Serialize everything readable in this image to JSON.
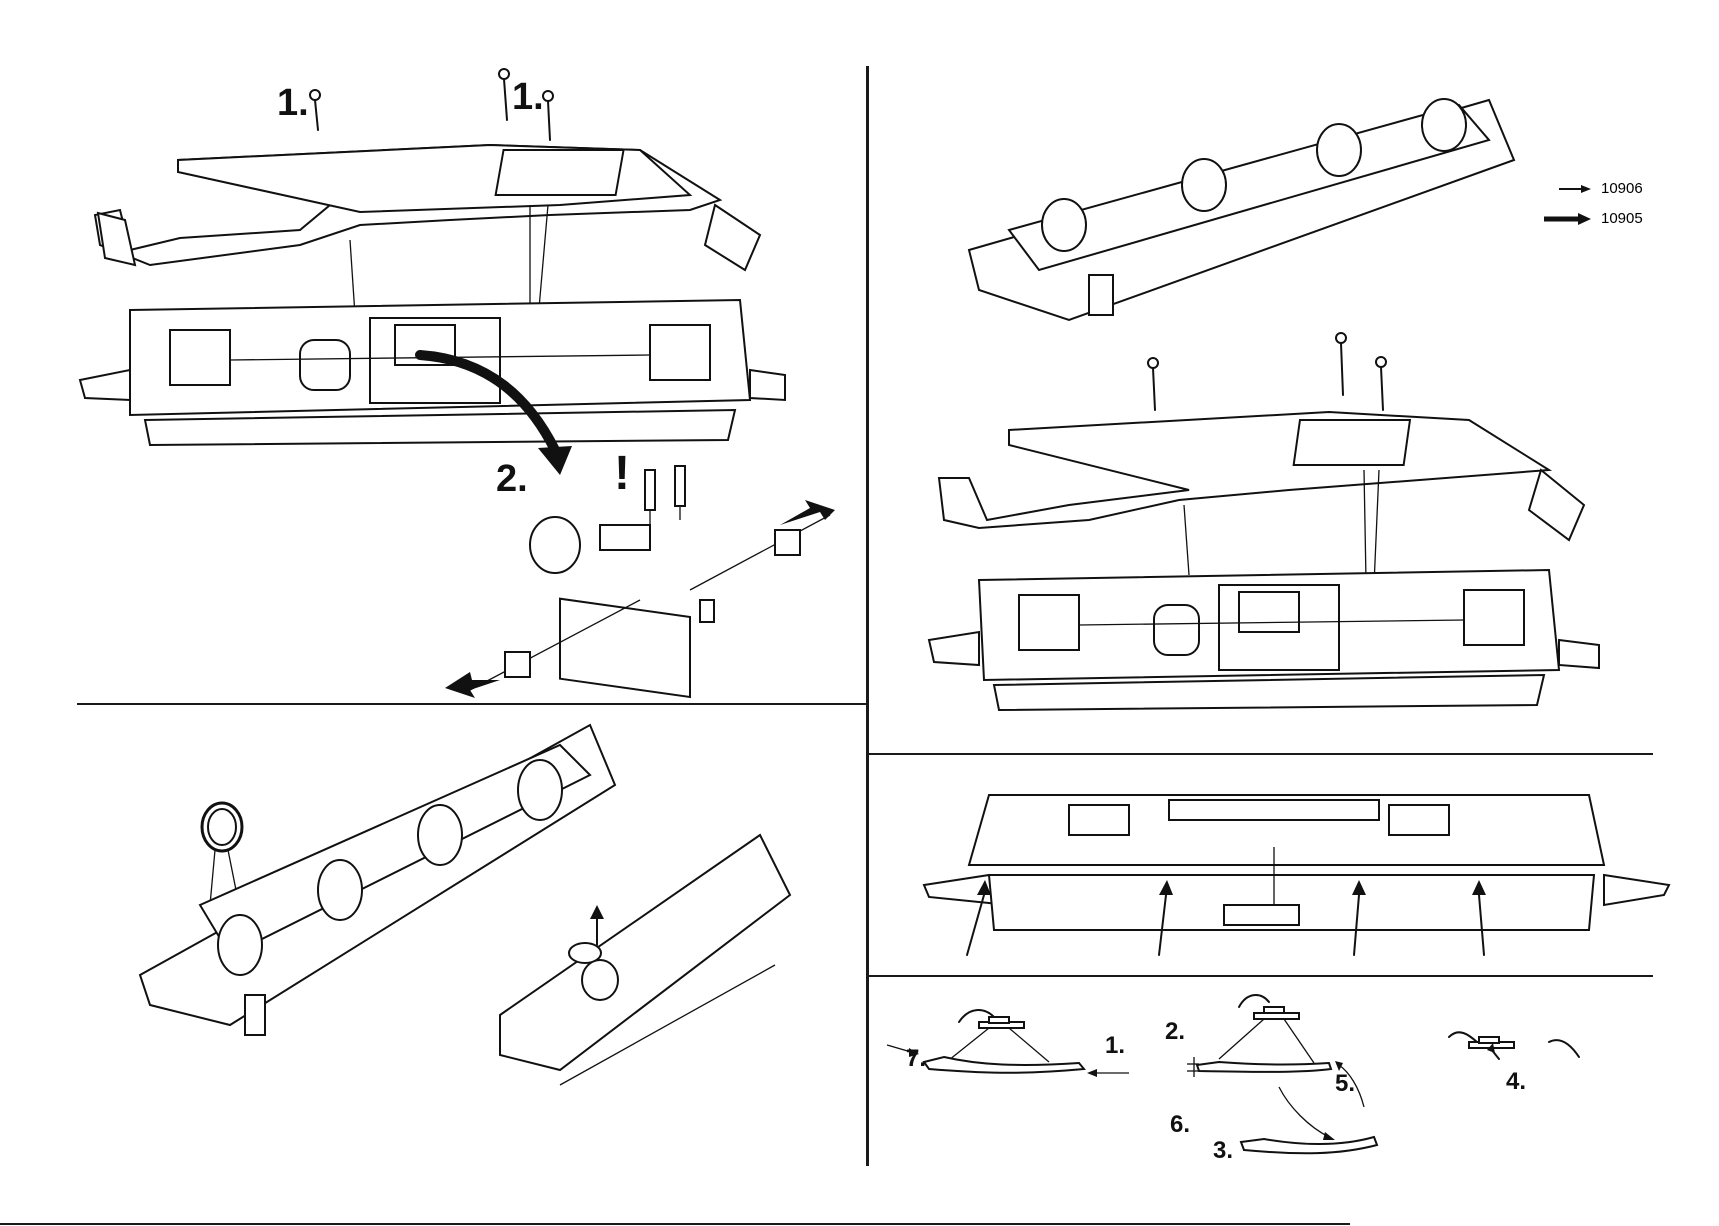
{
  "steps": {
    "top_left_1a": "1.",
    "top_left_1b": "1.",
    "top_left_2": "2.",
    "top_left_warning": "!",
    "bottom_right_1": "1.",
    "bottom_right_2": "2.",
    "bottom_right_3": "3.",
    "bottom_right_4": "4.",
    "bottom_right_5": "5.",
    "bottom_right_6": "6.",
    "bottom_right_7": "7."
  },
  "legend": {
    "items": [
      {
        "code": "10906",
        "arrow": "thin-arrow"
      },
      {
        "code": "10905",
        "arrow": "thick-arrow"
      }
    ]
  },
  "colors": {
    "ink": "#111111",
    "paper": "#ffffff"
  }
}
